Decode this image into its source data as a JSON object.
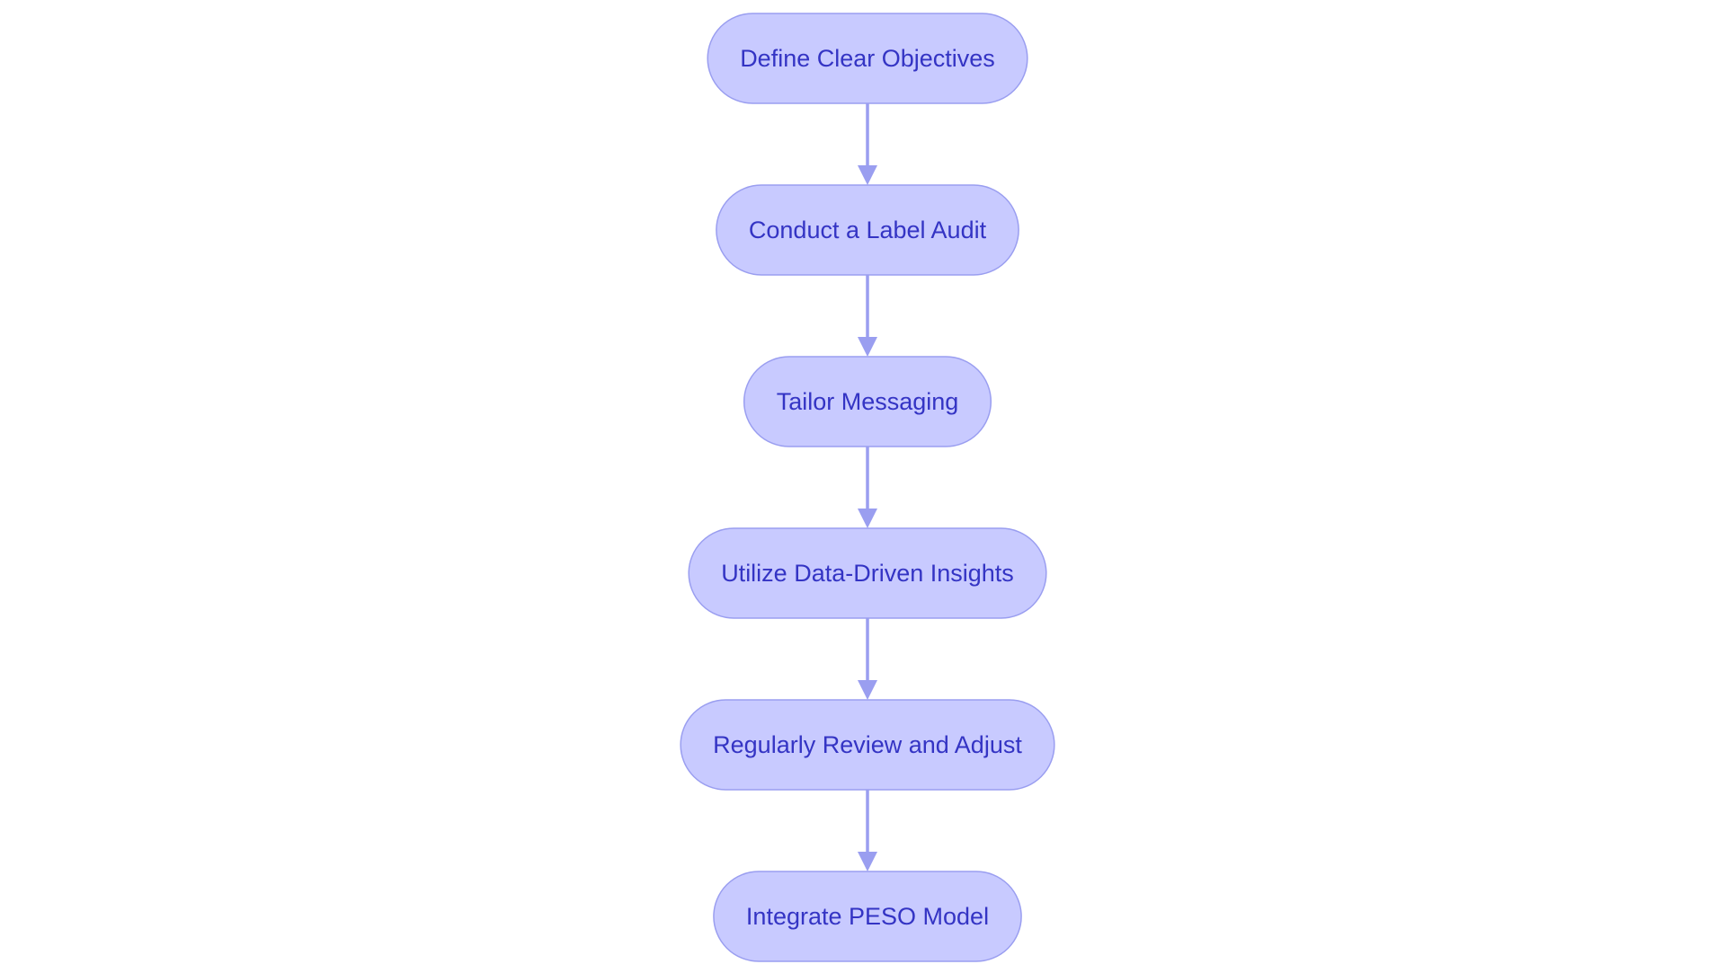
{
  "diagram": {
    "type": "flowchart",
    "direction": "top-to-bottom",
    "colors": {
      "node_fill": "#c8caff",
      "node_border": "#9a9ef0",
      "node_text": "#3434c4",
      "edge": "#9a9ef0",
      "background": "#ffffff"
    },
    "nodes": [
      {
        "id": "n1",
        "label": "Define Clear Objectives"
      },
      {
        "id": "n2",
        "label": "Conduct a Label Audit"
      },
      {
        "id": "n3",
        "label": "Tailor Messaging"
      },
      {
        "id": "n4",
        "label": "Utilize Data-Driven Insights"
      },
      {
        "id": "n5",
        "label": "Regularly Review and Adjust"
      },
      {
        "id": "n6",
        "label": "Integrate PESO Model"
      }
    ],
    "edges": [
      {
        "from": "n1",
        "to": "n2"
      },
      {
        "from": "n2",
        "to": "n3"
      },
      {
        "from": "n3",
        "to": "n4"
      },
      {
        "from": "n4",
        "to": "n5"
      },
      {
        "from": "n5",
        "to": "n6"
      }
    ]
  }
}
